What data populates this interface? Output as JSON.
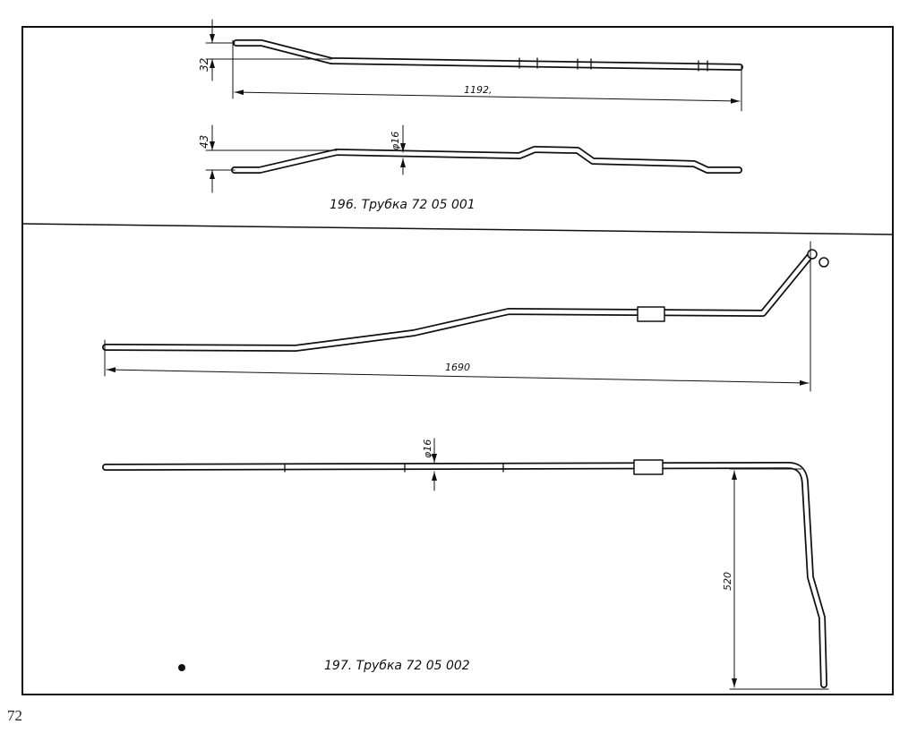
{
  "page_number": "72",
  "figures": [
    {
      "caption": "196. Трубка 72 05 001",
      "dimensions": {
        "offset_top": "32",
        "length": "1192,",
        "offset_bottom": "43",
        "diameter": "φ16"
      }
    },
    {
      "caption": "197. Трубка 72 05 002",
      "dimensions": {
        "length": "1690",
        "diameter": "φ16",
        "height": "520"
      }
    }
  ]
}
